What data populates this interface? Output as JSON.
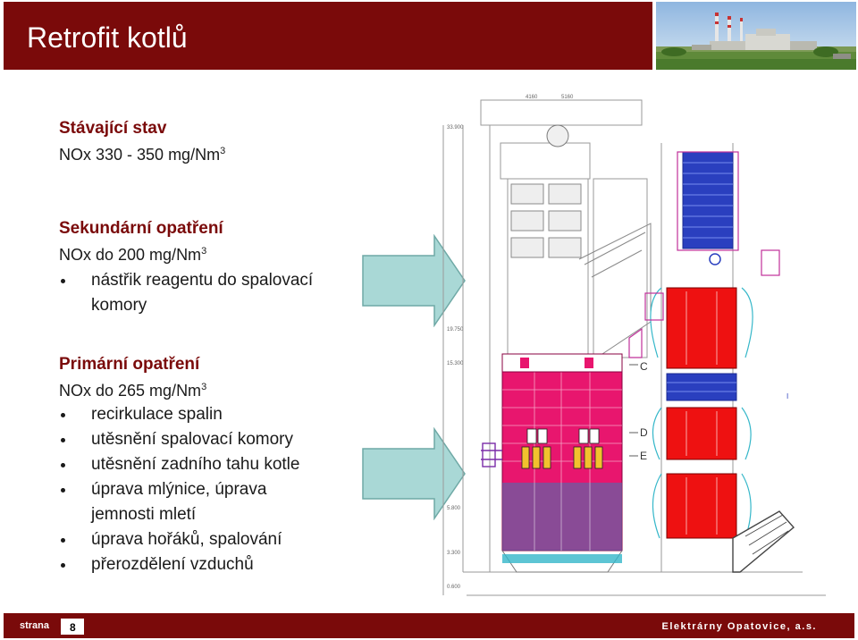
{
  "header": {
    "title": "Retrofit kotlů"
  },
  "current_state": {
    "heading": "Stávající stav",
    "value_prefix": "NOx 330 - 350 mg/Nm",
    "value_sup": "3"
  },
  "secondary": {
    "heading": "Sekundární opatření",
    "value_prefix": "NOx do 200 mg/Nm",
    "value_sup": "3",
    "items": [
      "nástřik reagentu do spalovací",
      "komory"
    ]
  },
  "primary": {
    "heading": "Primární opatření",
    "value_prefix": "NOx do 265 mg/Nm",
    "value_sup": "3",
    "items": [
      "recirkulace spalin",
      "utěsnění spalovací komory",
      "utěsnění zadního tahu kotle",
      "úprava mlýnice, úprava",
      "jemnosti mletí",
      "úprava hořáků, spalování",
      "přerozdělení vzduchů"
    ]
  },
  "diagram": {
    "level_labels": [
      "33.900",
      "19.750",
      "15.300",
      "5.800",
      "3.300",
      "0.600"
    ],
    "section_labels": [
      "C",
      "D",
      "E"
    ],
    "dimension_labels": [
      "4160",
      "5160"
    ],
    "side_label": "I"
  },
  "colors": {
    "brand": "#7a0a0a",
    "arrow": "#a9d8d6",
    "boiler_red": "#ee1111",
    "boiler_pink": "#e8166e",
    "boiler_blue": "#2a3fbf"
  },
  "footer": {
    "label": "strana",
    "page": "8",
    "company": "Elektrárny Opatovice, a.s."
  }
}
